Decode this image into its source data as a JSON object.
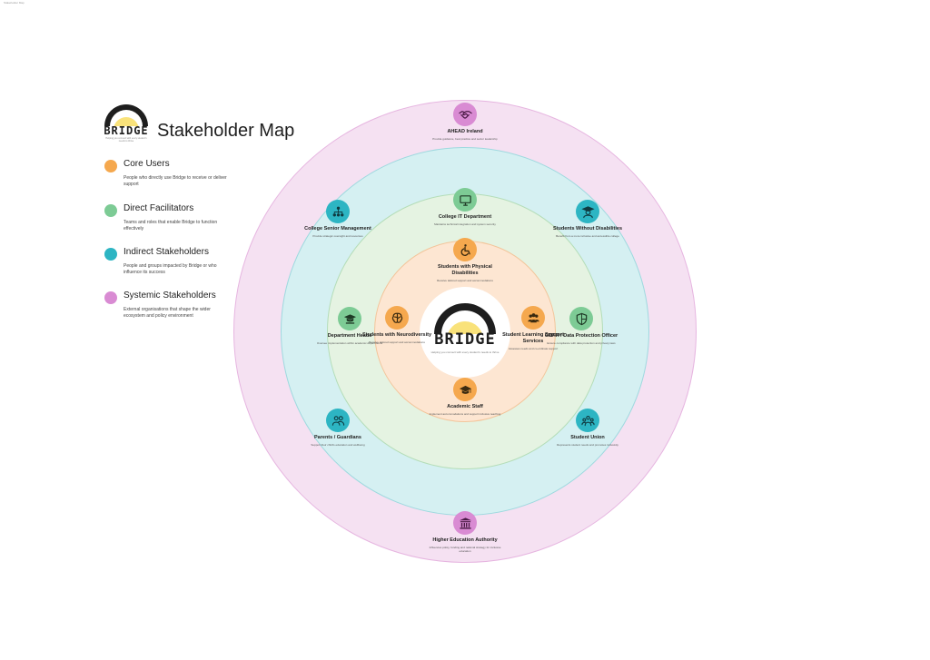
{
  "corner_text": "Stakeholder Map",
  "brand": {
    "name": "BRIDGE",
    "tagline": "Helping you connect with every student's needs to thrive"
  },
  "title": "Stakeholder Map",
  "colors": {
    "core": "#F5A84E",
    "direct": "#7DCB95",
    "indirect": "#2DB5C3",
    "systemic": "#D98BD3",
    "ring_core": "#FDE6D2",
    "ring_direct": "#E5F3E2",
    "ring_indirect": "#D5F0F2",
    "ring_systemic": "#F5E1F2",
    "logo_dark": "#1E1E1E",
    "logo_sun": "#F9E27A"
  },
  "legend": [
    {
      "label": "Core Users",
      "description": "People who directly use Bridge to receive or deliver support"
    },
    {
      "label": "Direct Facilitators",
      "description": "Teams and roles that enable Bridge to function effectively"
    },
    {
      "label": "Indirect Stakeholders",
      "description": "People and groups impacted by Bridge or who influence its success"
    },
    {
      "label": "Systemic Stakeholders",
      "description": "External organisations that shape the wider ecosystem and policy environment"
    }
  ],
  "nodes": {
    "physical": {
      "name": "Students with Physical Disabilities",
      "description": "Receive tailored support and accommodations",
      "icon": "wheelchair-icon"
    },
    "neuro": {
      "name": "Students with Neurodiversity",
      "description": "Receive tailored support and accommodations",
      "icon": "brain-icon"
    },
    "learning_support": {
      "name": "Student Learning Support Services",
      "description": "Assesses needs and co-ordinate support",
      "icon": "group-icon"
    },
    "academic": {
      "name": "Academic Staff",
      "description": "Implement accommodations and support inclusive teaching",
      "icon": "graduation-cap-icon"
    },
    "it": {
      "name": "College IT Department",
      "description": "Maintains technical integration and system security",
      "icon": "monitor-icon"
    },
    "department_heads": {
      "name": "Department Heads",
      "description": "Oversee implementation within academic departments",
      "icon": "diploma-icon"
    },
    "gdpr": {
      "name": "GDPR / Data Protection Officer",
      "description": "Ensure compliance with data protection and privacy laws",
      "icon": "shield-icon"
    },
    "senior_mgmt": {
      "name": "College Senior Management",
      "description": "Provide strategic oversight and resources",
      "icon": "org-chart-icon"
    },
    "without_disabilities": {
      "name": "Students Without Disabilities",
      "description": "Benefit from a more inclusive and accessible college",
      "icon": "student-icon"
    },
    "parents": {
      "name": "Parents / Guardians",
      "description": "Support their child's education and wellbeing",
      "icon": "parents-icon"
    },
    "union": {
      "name": "Student Union",
      "description": "Represents student needs and promotes inclusivity",
      "icon": "union-icon"
    },
    "ahead": {
      "name": "AHEAD Ireland",
      "description": "Provide guidance, best practice and sector leadership",
      "icon": "handshake-icon"
    },
    "hea": {
      "name": "Higher Education Authority",
      "description": "Influences policy, funding and national strategy for inclusive education",
      "icon": "government-building-icon"
    }
  }
}
